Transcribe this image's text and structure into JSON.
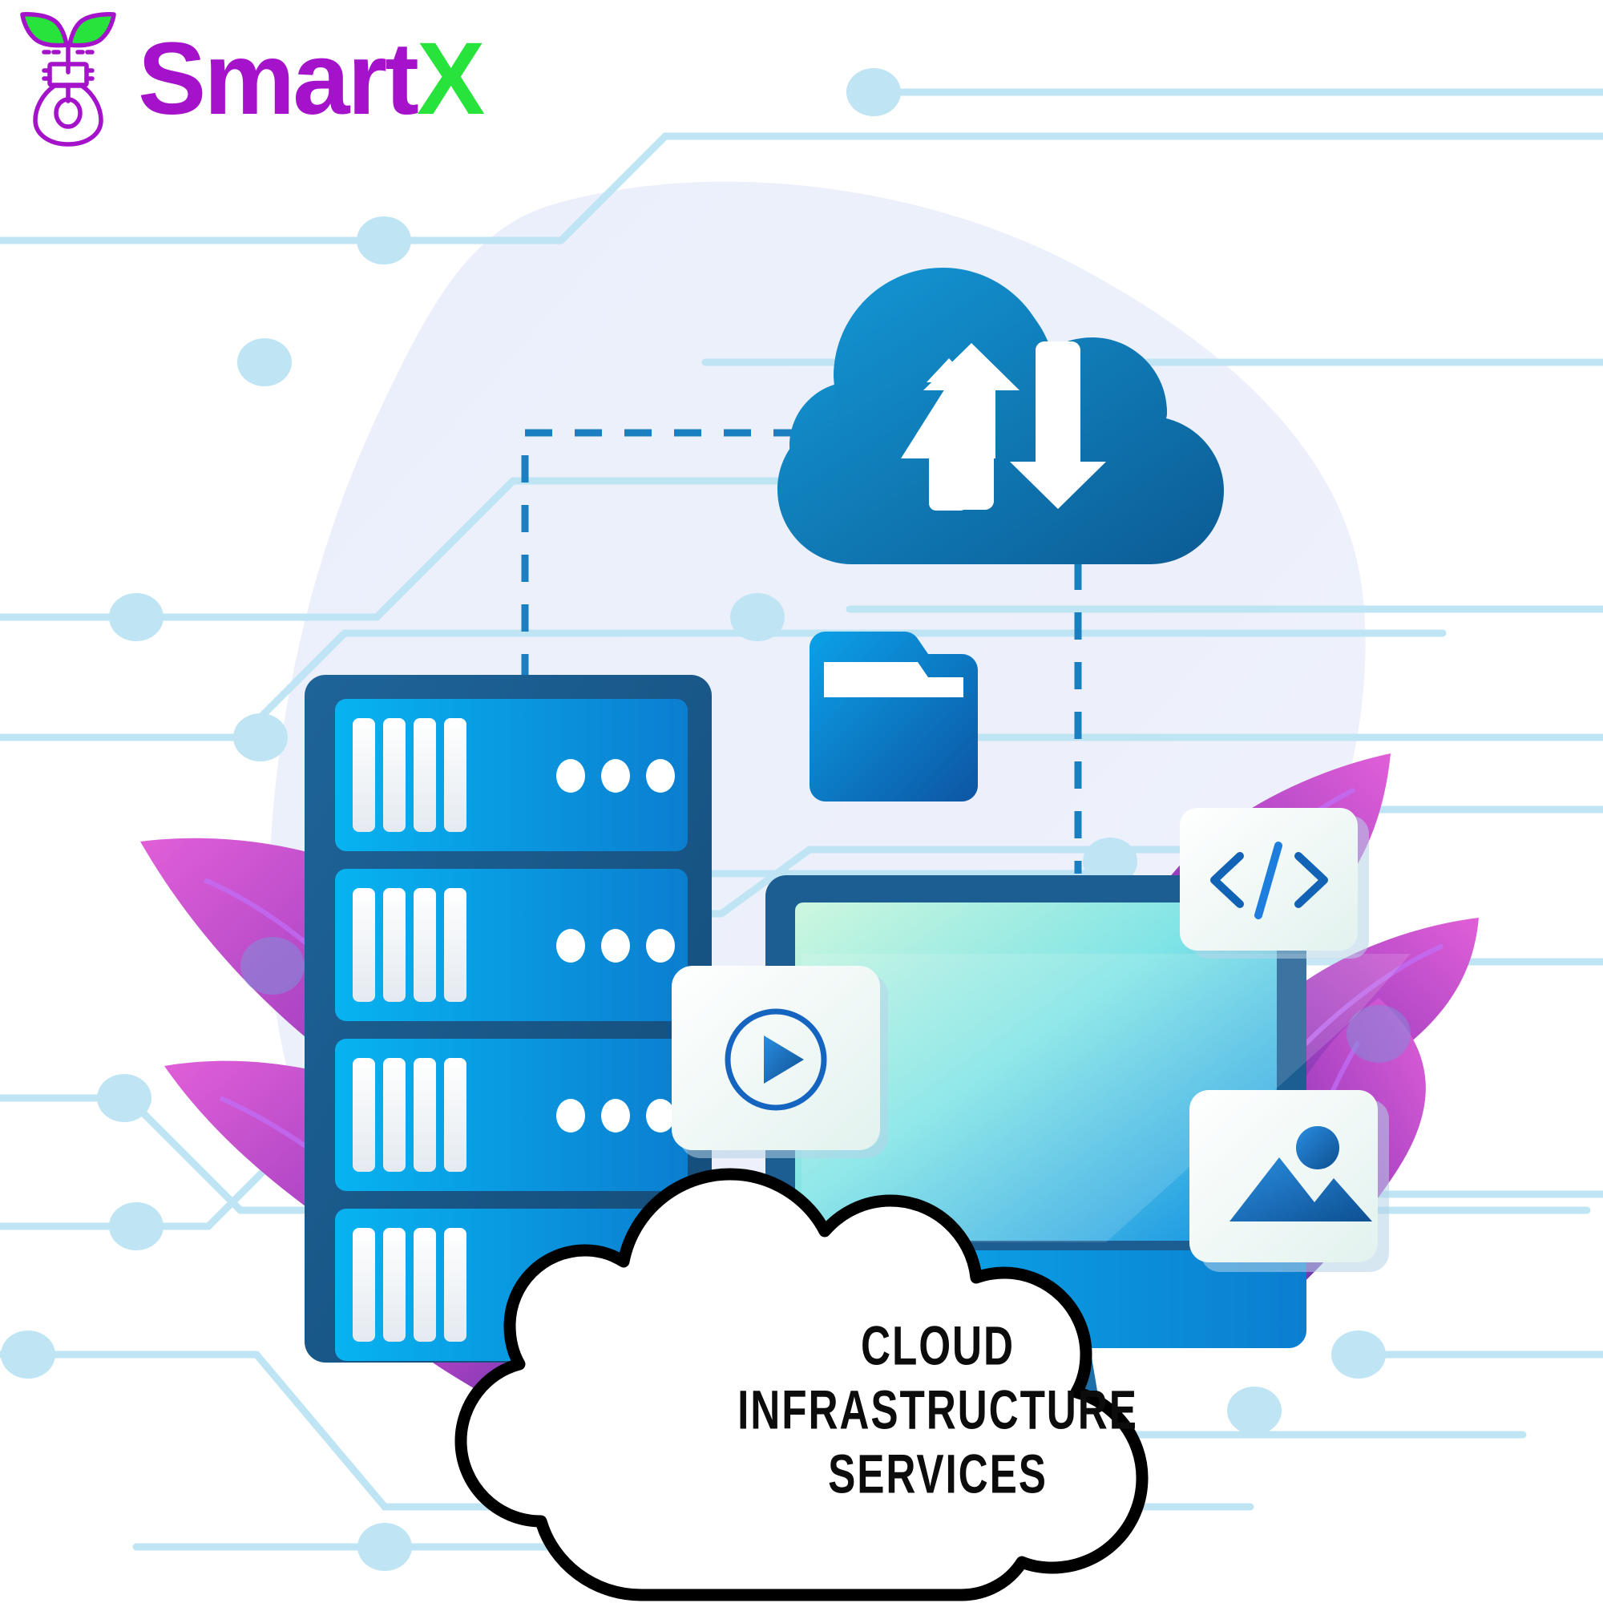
{
  "brand": {
    "name_part_1": "Smart",
    "name_part_2": "X",
    "logo_icon": "sprout-lightbulb-icon",
    "color_primary": "#a412c9",
    "color_accent": "#27e33c"
  },
  "illustration": {
    "title": "cloud-infrastructure-services-illustration",
    "background_color": "#ffffff",
    "blob_color": "#e9edfa",
    "circuit_line_color": "#bfe4f4",
    "dashed_connector_color": "#1a7fc1",
    "server_rack": {
      "name": "server-rack",
      "frame_color": "#1c5e92",
      "unit_color": "#05a3e8",
      "unit_count": 4,
      "slots_per_unit": 4,
      "dots_per_unit": 3,
      "dot_color": "#ffffff"
    },
    "cloud_sync": {
      "name": "cloud-sync-icon",
      "color_from": "#1181c4",
      "color_to": "#0d5f96",
      "arrow_up": "upload-arrow",
      "arrow_down": "download-arrow",
      "arrow_color": "#ffffff"
    },
    "folder": {
      "name": "folder-icon",
      "color_from": "#0a9ae3",
      "color_to": "#0f5fa8"
    },
    "monitor": {
      "name": "desktop-monitor",
      "bezel_color": "#1c5e92",
      "screen_gradient_from": "#c9f6dd",
      "screen_gradient_to": "#0d8fe0",
      "stand_color": "#1c6fa8"
    },
    "cards": [
      {
        "name": "video-play-card",
        "icon": "play-circle-icon",
        "accent": "#1565c0"
      },
      {
        "name": "code-card",
        "icon": "code-brackets-icon",
        "glyph": "</>",
        "accent": "#1263b5"
      },
      {
        "name": "image-card",
        "icon": "photo-mountain-icon",
        "accent": "#1f6fc4"
      }
    ],
    "leaves": {
      "name": "decorative-leaves",
      "color_from": "#d14bd6",
      "color_to": "#4b3a9e",
      "count_left": 3,
      "count_right": 3
    }
  },
  "cloud_label": {
    "name": "cloud-label",
    "outline_color": "#000000",
    "line_1": "CLOUD",
    "line_2": "INFRASTRUCTURE",
    "line_3": "SERVICES"
  }
}
